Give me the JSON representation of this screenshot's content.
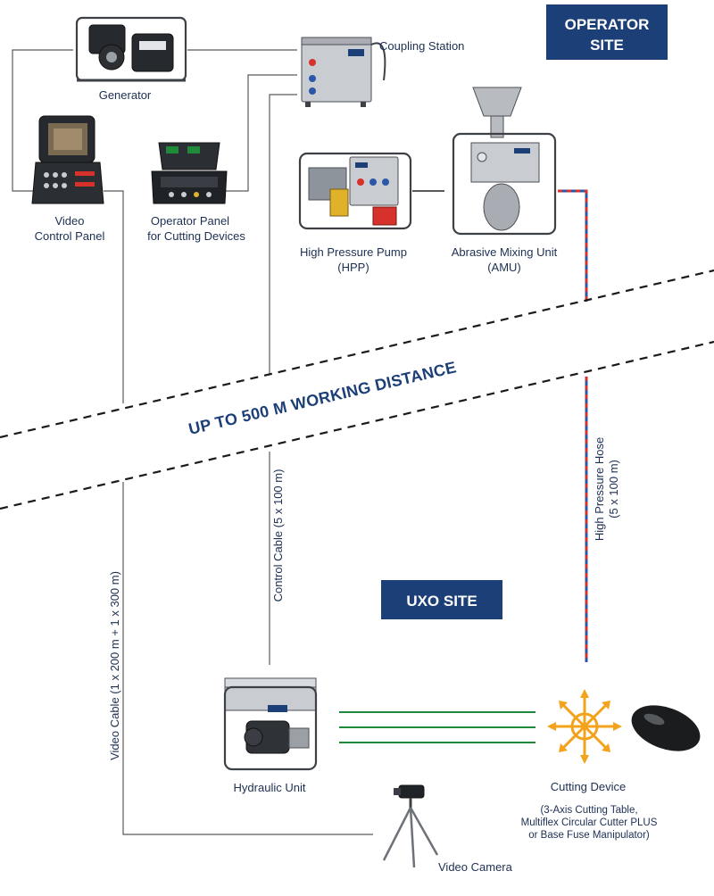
{
  "sites": {
    "operator": [
      "OPERATOR",
      "SITE"
    ],
    "uxo": "UXO SITE"
  },
  "distance_banner": "UP TO 500 M WORKING DISTANCE",
  "equipment": {
    "generator": "Generator",
    "coupling_station": "Coupling Station",
    "video_control_panel": [
      "Video",
      "Control Panel"
    ],
    "operator_panel": [
      "Operator Panel",
      "for Cutting Devices"
    ],
    "high_pressure_pump": [
      "High Pressure Pump",
      "(HPP)"
    ],
    "abrasive_mixing_unit": [
      "Abrasive Mixing Unit",
      "(AMU)"
    ],
    "hydraulic_unit": "Hydraulic Unit",
    "cutting_device": "Cutting Device",
    "cutting_device_detail": [
      "(3-Axis Cutting Table,",
      "Multiflex Circular Cutter PLUS",
      "or Base Fuse Manipulator)"
    ],
    "video_camera": "Video Camera"
  },
  "cables": {
    "video_cable": "Video Cable (1 x 200 m + 1 x 300 m)",
    "control_cable": "Control Cable (5 x 100 m)",
    "high_pressure_hose": [
      "High Pressure Hose",
      "(5 x 100 m)"
    ]
  },
  "colors": {
    "navy": "#1c3f78",
    "hose_red": "#d6322b",
    "hose_blue": "#2a58a8",
    "hydraulic_green": "#1e8a3a",
    "cutter_orange": "#f2a31b"
  }
}
